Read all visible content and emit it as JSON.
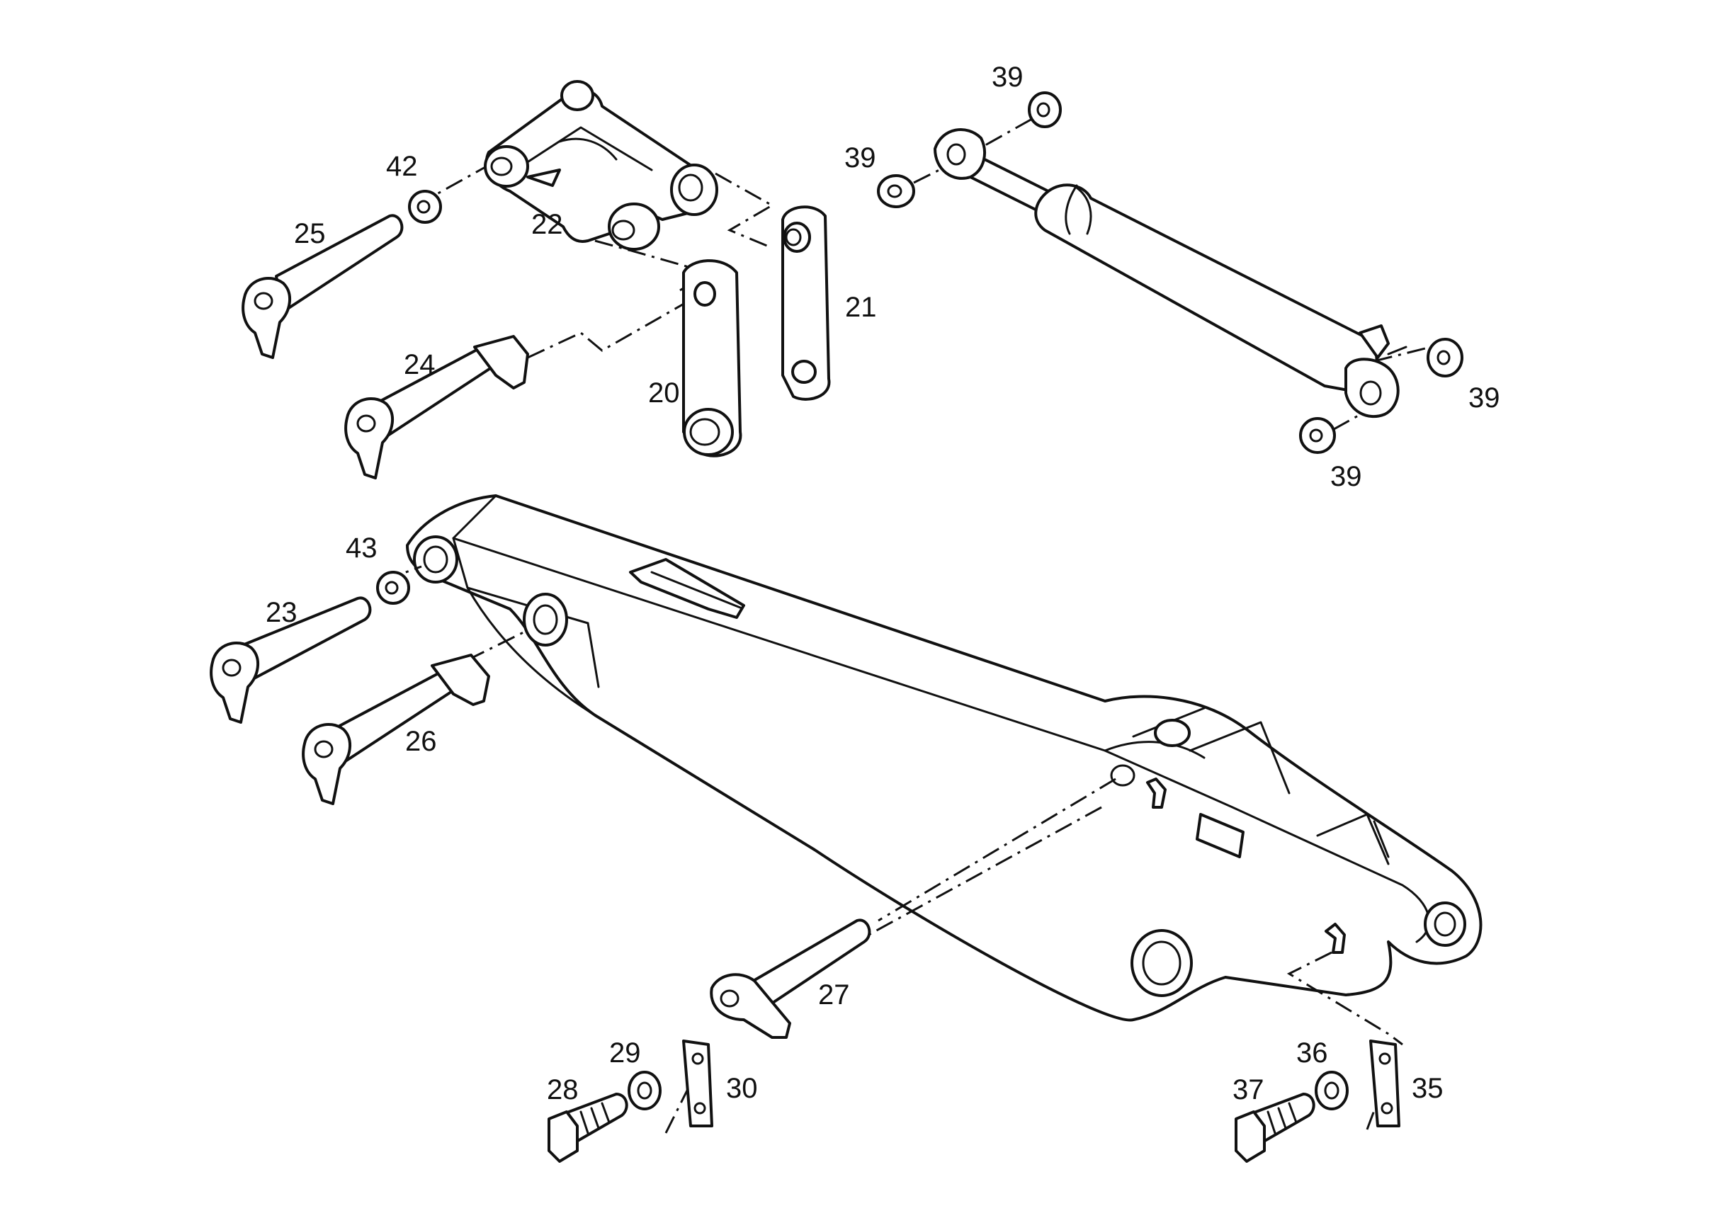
{
  "labels": {
    "p20": "20",
    "p21": "21",
    "p22": "22",
    "p23": "23",
    "p24": "24",
    "p25": "25",
    "p26": "26",
    "p27": "27",
    "p28": "28",
    "p29": "29",
    "p30": "30",
    "p35": "35",
    "p36": "36",
    "p37": "37",
    "p39a": "39",
    "p39b": "39",
    "p39c": "39",
    "p39d": "39",
    "p42": "42",
    "p43": "43"
  }
}
